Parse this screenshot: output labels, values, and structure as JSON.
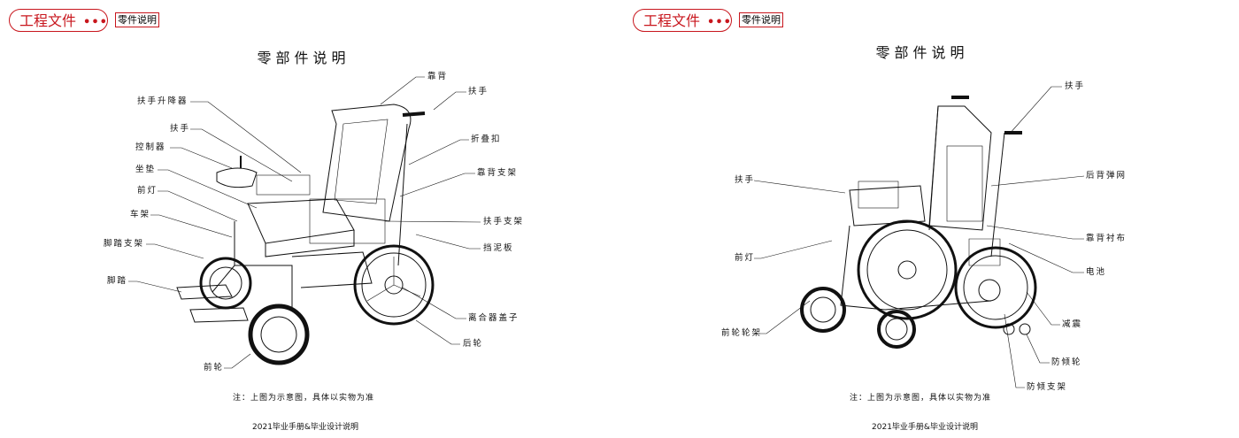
{
  "pages": [
    {
      "header": {
        "badge": "工程文件",
        "dots": "•••",
        "tag": "零件说明"
      },
      "title": "零部件说明",
      "labels": [
        "扶手升降器",
        "扶手",
        "控制器",
        "坐垫",
        "前灯",
        "车架",
        "脚踏支架",
        "脚踏",
        "前轮",
        "靠背",
        "扶手",
        "折叠扣",
        "靠背支架",
        "扶手支架",
        "挡泥板",
        "离合器盖子",
        "后轮"
      ],
      "note": "注：上图为示意图，具体以实物为准",
      "footer": "2021毕业手册&毕业设计说明"
    },
    {
      "header": {
        "badge": "工程文件",
        "dots": "•••",
        "tag": "零件说明"
      },
      "title": "零部件说明",
      "labels": [
        "扶手",
        "前灯",
        "前轮轮架",
        "扶手",
        "后背弹网",
        "靠背衬布",
        "电池",
        "减震",
        "防倾轮",
        "防倾支架"
      ],
      "note": "注：上图为示意图，具体以实物为准",
      "footer": "2021毕业手册&毕业设计说明"
    }
  ],
  "colors": {
    "accent": "#c8161d"
  }
}
